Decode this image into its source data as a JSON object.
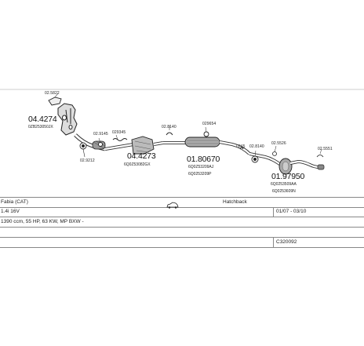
{
  "parts": {
    "p_025822": "02.5822",
    "p_044274": "04.4274",
    "p_044274_sub": "0ZB253050JX",
    "p_029145": "02.9145",
    "p_029212": "02.9212",
    "p_029345": "029345",
    "p_044273": "04.4273",
    "p_044273_sub": "6Q0Z53082GX",
    "p_028140": "02.8140",
    "p_018067": "01.80670",
    "p_018067_sub1": "6Q0Z53209AJ",
    "p_018067_sub2": "6Q0253209P",
    "p_029654": "029654",
    "p_028140b": "02.8140",
    "p_0245": "0245",
    "p_025526": "02.5526",
    "p_019795": "01.97950",
    "p_019795_sub1": "6Q0253509AA",
    "p_019795_sub2": "6Q0253609N",
    "p_025551": "02.5551"
  },
  "table": {
    "row1": {
      "model": "Fabia   (CAT)",
      "body": "Hatchback"
    },
    "row2": {
      "engine": "1.4i 16V",
      "years": "01/07 - 03/10"
    },
    "row3": {
      "spec": "1390 ccm, 55 HP, 63 KW, MP BXW -"
    },
    "row4": {
      "code": "C320092"
    }
  }
}
